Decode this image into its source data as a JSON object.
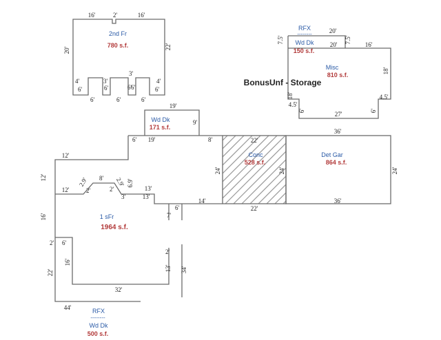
{
  "second_floor": {
    "name": "2nd Fr",
    "area": "780 s.f.",
    "dims": [
      "16'",
      "2'",
      "16'",
      "20'",
      "22'",
      "4'",
      "3'",
      "3'",
      "4'",
      "6'",
      "6'",
      "6'",
      "6'",
      "6'",
      "6'",
      "6'",
      "6'"
    ]
  },
  "storage": {
    "heading": "BonusUnf - Storage",
    "rfx": "RFX",
    "rfx_dash": "--------",
    "deck_name": "Wd Dk",
    "deck_area": "150 s.f.",
    "misc_name": "Misc",
    "misc_area": "810 s.f.",
    "dims": [
      "7.5'",
      "20'",
      "7.5'",
      "20'",
      "16'",
      "18'",
      "4.5'",
      "4.5'",
      "18'",
      "6'",
      "27'",
      "6'"
    ]
  },
  "upper_deck": {
    "name": "Wd Dk",
    "area": "171 s.f.",
    "dims": [
      "19'",
      "9'",
      "6'",
      "19'",
      "8'"
    ]
  },
  "concrete": {
    "name": "Conc",
    "area": "528 s.f.",
    "dims": [
      "22'",
      "24'",
      "24'",
      "22'"
    ]
  },
  "garage": {
    "name": "Det Gar",
    "area": "864 s.f.",
    "dims": [
      "36'",
      "24'",
      "36'"
    ]
  },
  "first_floor": {
    "name": "1 sFr",
    "area": "1964 s.f.",
    "dims": [
      "12'",
      "12'",
      "12'",
      "2.9'",
      "8'",
      "2.9'",
      "2'",
      "2'",
      "6.9'",
      "3'",
      "13'",
      "13'",
      "14'",
      "6'",
      "7'",
      "16'",
      "2'",
      "6'",
      "16'",
      "22'",
      "2'",
      "13'",
      "34'",
      "32'",
      "44'"
    ]
  },
  "lower_deck": {
    "rfx": "RFX",
    "rfx_dash": "--------",
    "name": "Wd Dk",
    "area": "500 s.f."
  }
}
